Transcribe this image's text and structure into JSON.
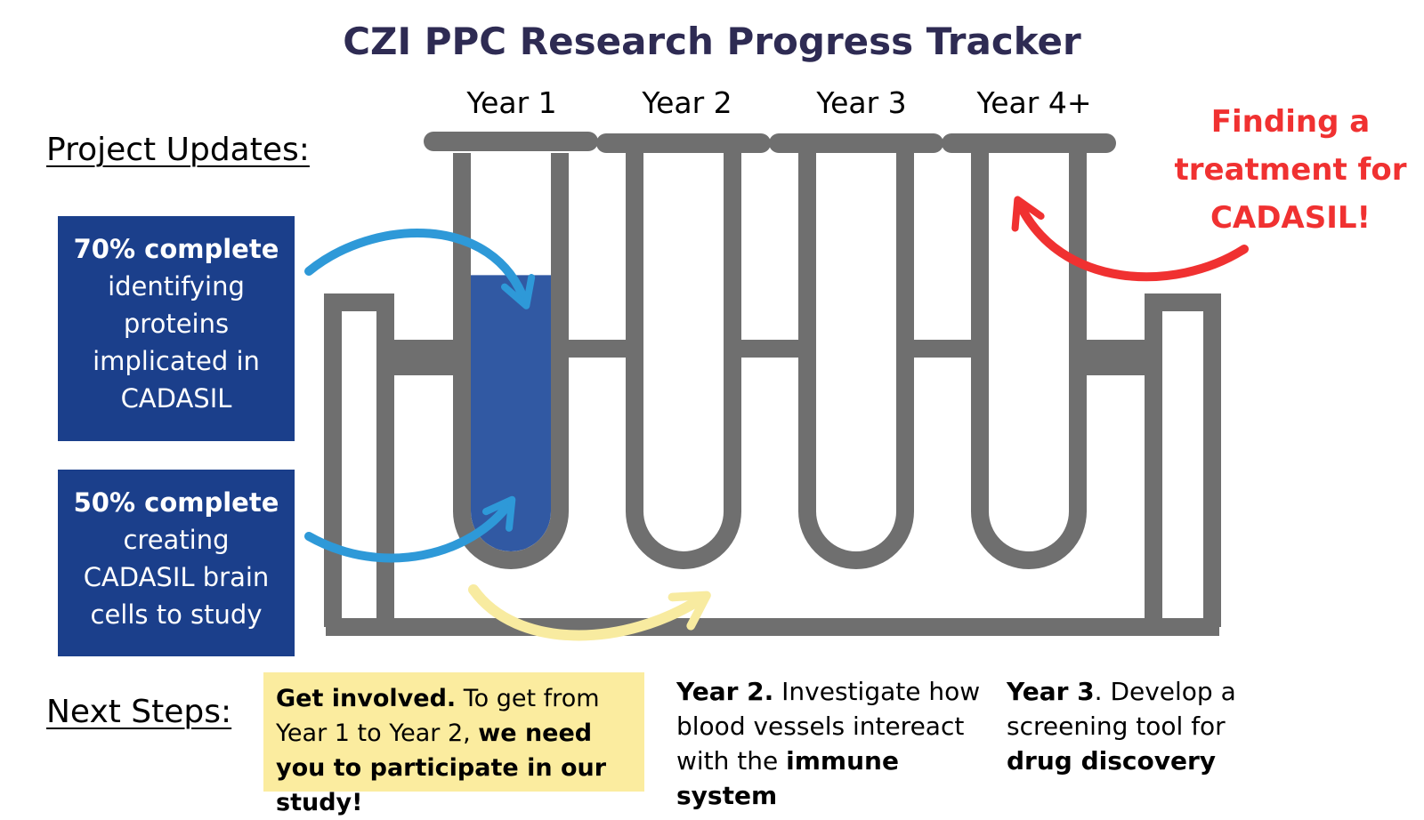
{
  "title": "CZI PPC Research Progress Tracker",
  "project_updates_label": "Project Updates:",
  "next_steps_label": "Next Steps:",
  "years": [
    "Year 1",
    "Year 2",
    "Year 3",
    "Year 4+"
  ],
  "year1_fill_fraction": 0.7,
  "updates": [
    {
      "percent": "70% complete",
      "lines": [
        "identifying",
        "proteins",
        "implicated in",
        "CADASIL"
      ]
    },
    {
      "percent": "50% complete",
      "lines": [
        "creating",
        "CADASIL brain",
        "cells to study"
      ]
    }
  ],
  "goal": {
    "lines": [
      "Finding a",
      "treatment for",
      "CADASIL!"
    ]
  },
  "get_involved": {
    "lead": "Get  involved.",
    "text": " To get from Year 1 to Year 2, ",
    "emphasis": "we need you to participate in our study!"
  },
  "year2_step": {
    "lead": "Year 2.",
    "text": " Investigate how blood vessels intereact with the ",
    "emphasis": "immune system"
  },
  "year3_step": {
    "lead": "Year 3",
    "text": ". Develop a screening tool for ",
    "emphasis": "drug discovery"
  },
  "colors": {
    "title": "#2e2b53",
    "box": "#1b3f8b",
    "liquid": "#3159a3",
    "rack": "#6f6f6f",
    "arrow_blue": "#2e99d8",
    "arrow_yellow": "#f8eba0",
    "goal_red": "#f03131",
    "highlight": "#fbec9f"
  }
}
